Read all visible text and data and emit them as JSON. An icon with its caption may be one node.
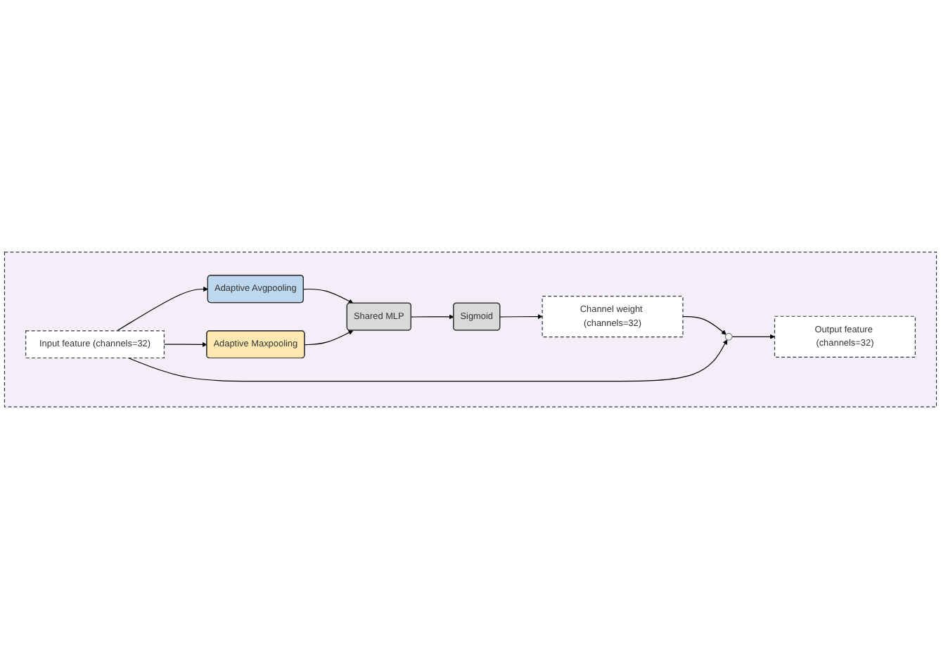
{
  "diagram": {
    "nodes": [
      {
        "text": [],
        "shape": "box"
      },
      {
        "text": [
          "Input feature (channels=32)"
        ],
        "in": 0
      },
      {
        "text": [
          "Adaptive Avgpooling"
        ],
        "in": 0
      },
      {
        "text": [
          "Adaptive Maxpooling"
        ],
        "in": 0
      },
      {
        "text": [
          "Shared MLP"
        ],
        "in": 0
      },
      {
        "text": [
          "Sigmoid"
        ],
        "in": 0
      },
      {
        "text": [
          "Channel weight (channels=32)"
        ],
        "in": 0
      },
      {
        "text": [],
        "shape": "circle",
        "in": 0
      },
      {
        "text": [
          "Output feature (channels=32)"
        ],
        "in": 0
      }
    ],
    "edges": [
      {
        "from": 1,
        "to": 2,
        "arrow": "to"
      },
      {
        "from": 1,
        "to": 3,
        "arrow": "to"
      },
      {
        "from": 2,
        "to": 4,
        "arrow": "to"
      },
      {
        "from": 3,
        "to": 4,
        "arrow": "to"
      },
      {
        "from": 4,
        "to": 5,
        "arrow": "to"
      },
      {
        "from": 5,
        "to": 6,
        "arrow": "to"
      },
      {
        "from": 6,
        "to": 7,
        "arrow": "to"
      },
      {
        "from": 1,
        "to": 7,
        "arrow": "to"
      },
      {
        "from": 7,
        "to": 8,
        "arrow": "to"
      }
    ]
  }
}
